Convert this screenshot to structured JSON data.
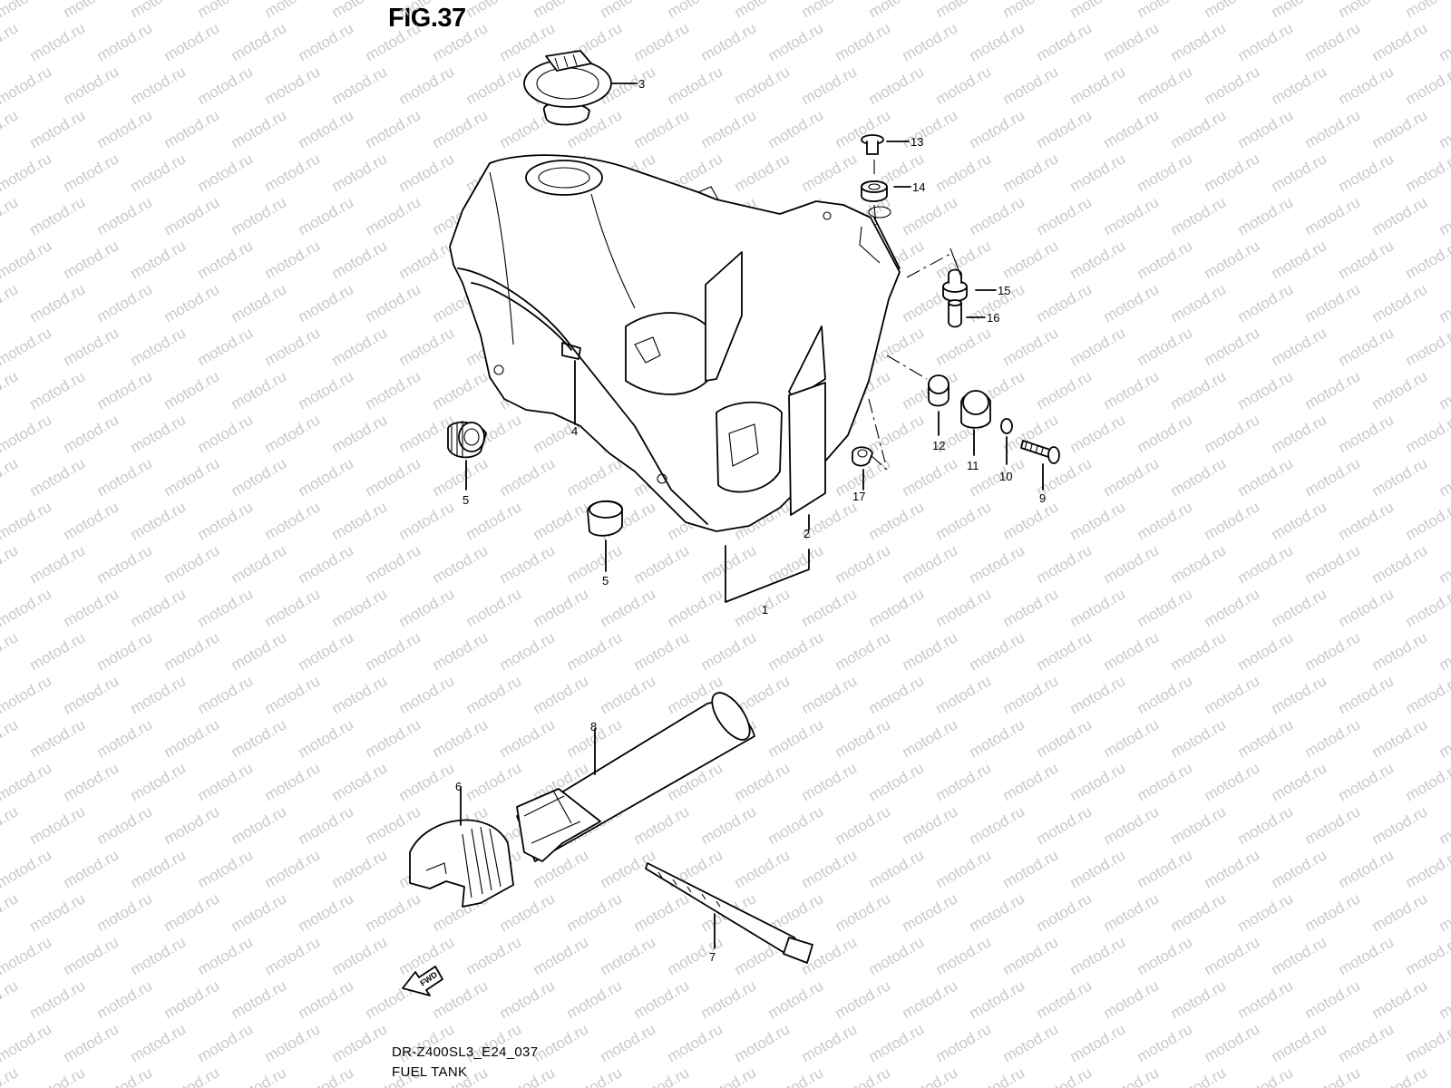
{
  "figure": {
    "title": "FIG.37",
    "code": "DR-Z400SL3_E24_037",
    "name": "FUEL TANK"
  },
  "watermark": "motod.ru",
  "direction_arrow": "FWD",
  "parts": {
    "p1": "1",
    "p2": "2",
    "p3": "3",
    "p4": "4",
    "p5a": "5",
    "p5b": "5",
    "p6": "6",
    "p7": "7",
    "p8": "8",
    "p9": "9",
    "p10": "10",
    "p11": "11",
    "p12": "12",
    "p13": "13",
    "p14": "14",
    "p15": "15",
    "p16": "16",
    "p17": "17"
  }
}
